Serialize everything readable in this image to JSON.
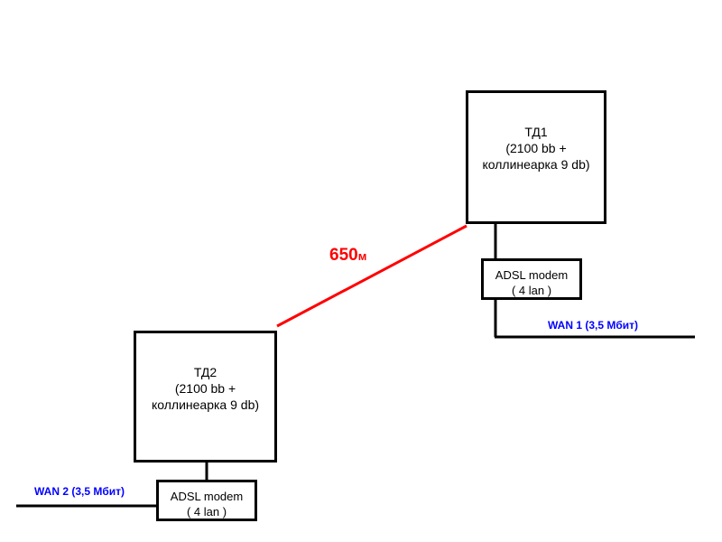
{
  "diagram": {
    "type": "network-topology",
    "background_color": "#ffffff",
    "line_color": "#000000",
    "link_color": "#ff0000",
    "wan_label_color": "#0000ff",
    "nodes": [
      {
        "id": "ap1",
        "name": "ТД1",
        "spec": "(2100 bb +\nколлинеарка 9 db)",
        "text": "ТД1\n(2100 bb +\nколлинеарка 9 db)"
      },
      {
        "id": "ap2",
        "name": "ТД2",
        "spec": "(2100 bb +\nколлинеарка 9 db)",
        "text": "ТД2\n(2100 bb +\nколлинеарка 9 db)"
      }
    ],
    "modems": [
      {
        "id": "modem1",
        "text": "ADSL modem\n( 4 lan )"
      },
      {
        "id": "modem2",
        "text": "ADSL modem\n( 4 lan )"
      }
    ],
    "wan_links": [
      {
        "id": "wan1",
        "label": "WAN 1 (3,5 Мбит)"
      },
      {
        "id": "wan2",
        "label": "WAN 2 (3,5 Мбит)"
      }
    ],
    "wireless_link": {
      "distance_value": "650",
      "distance_unit": "м"
    }
  }
}
